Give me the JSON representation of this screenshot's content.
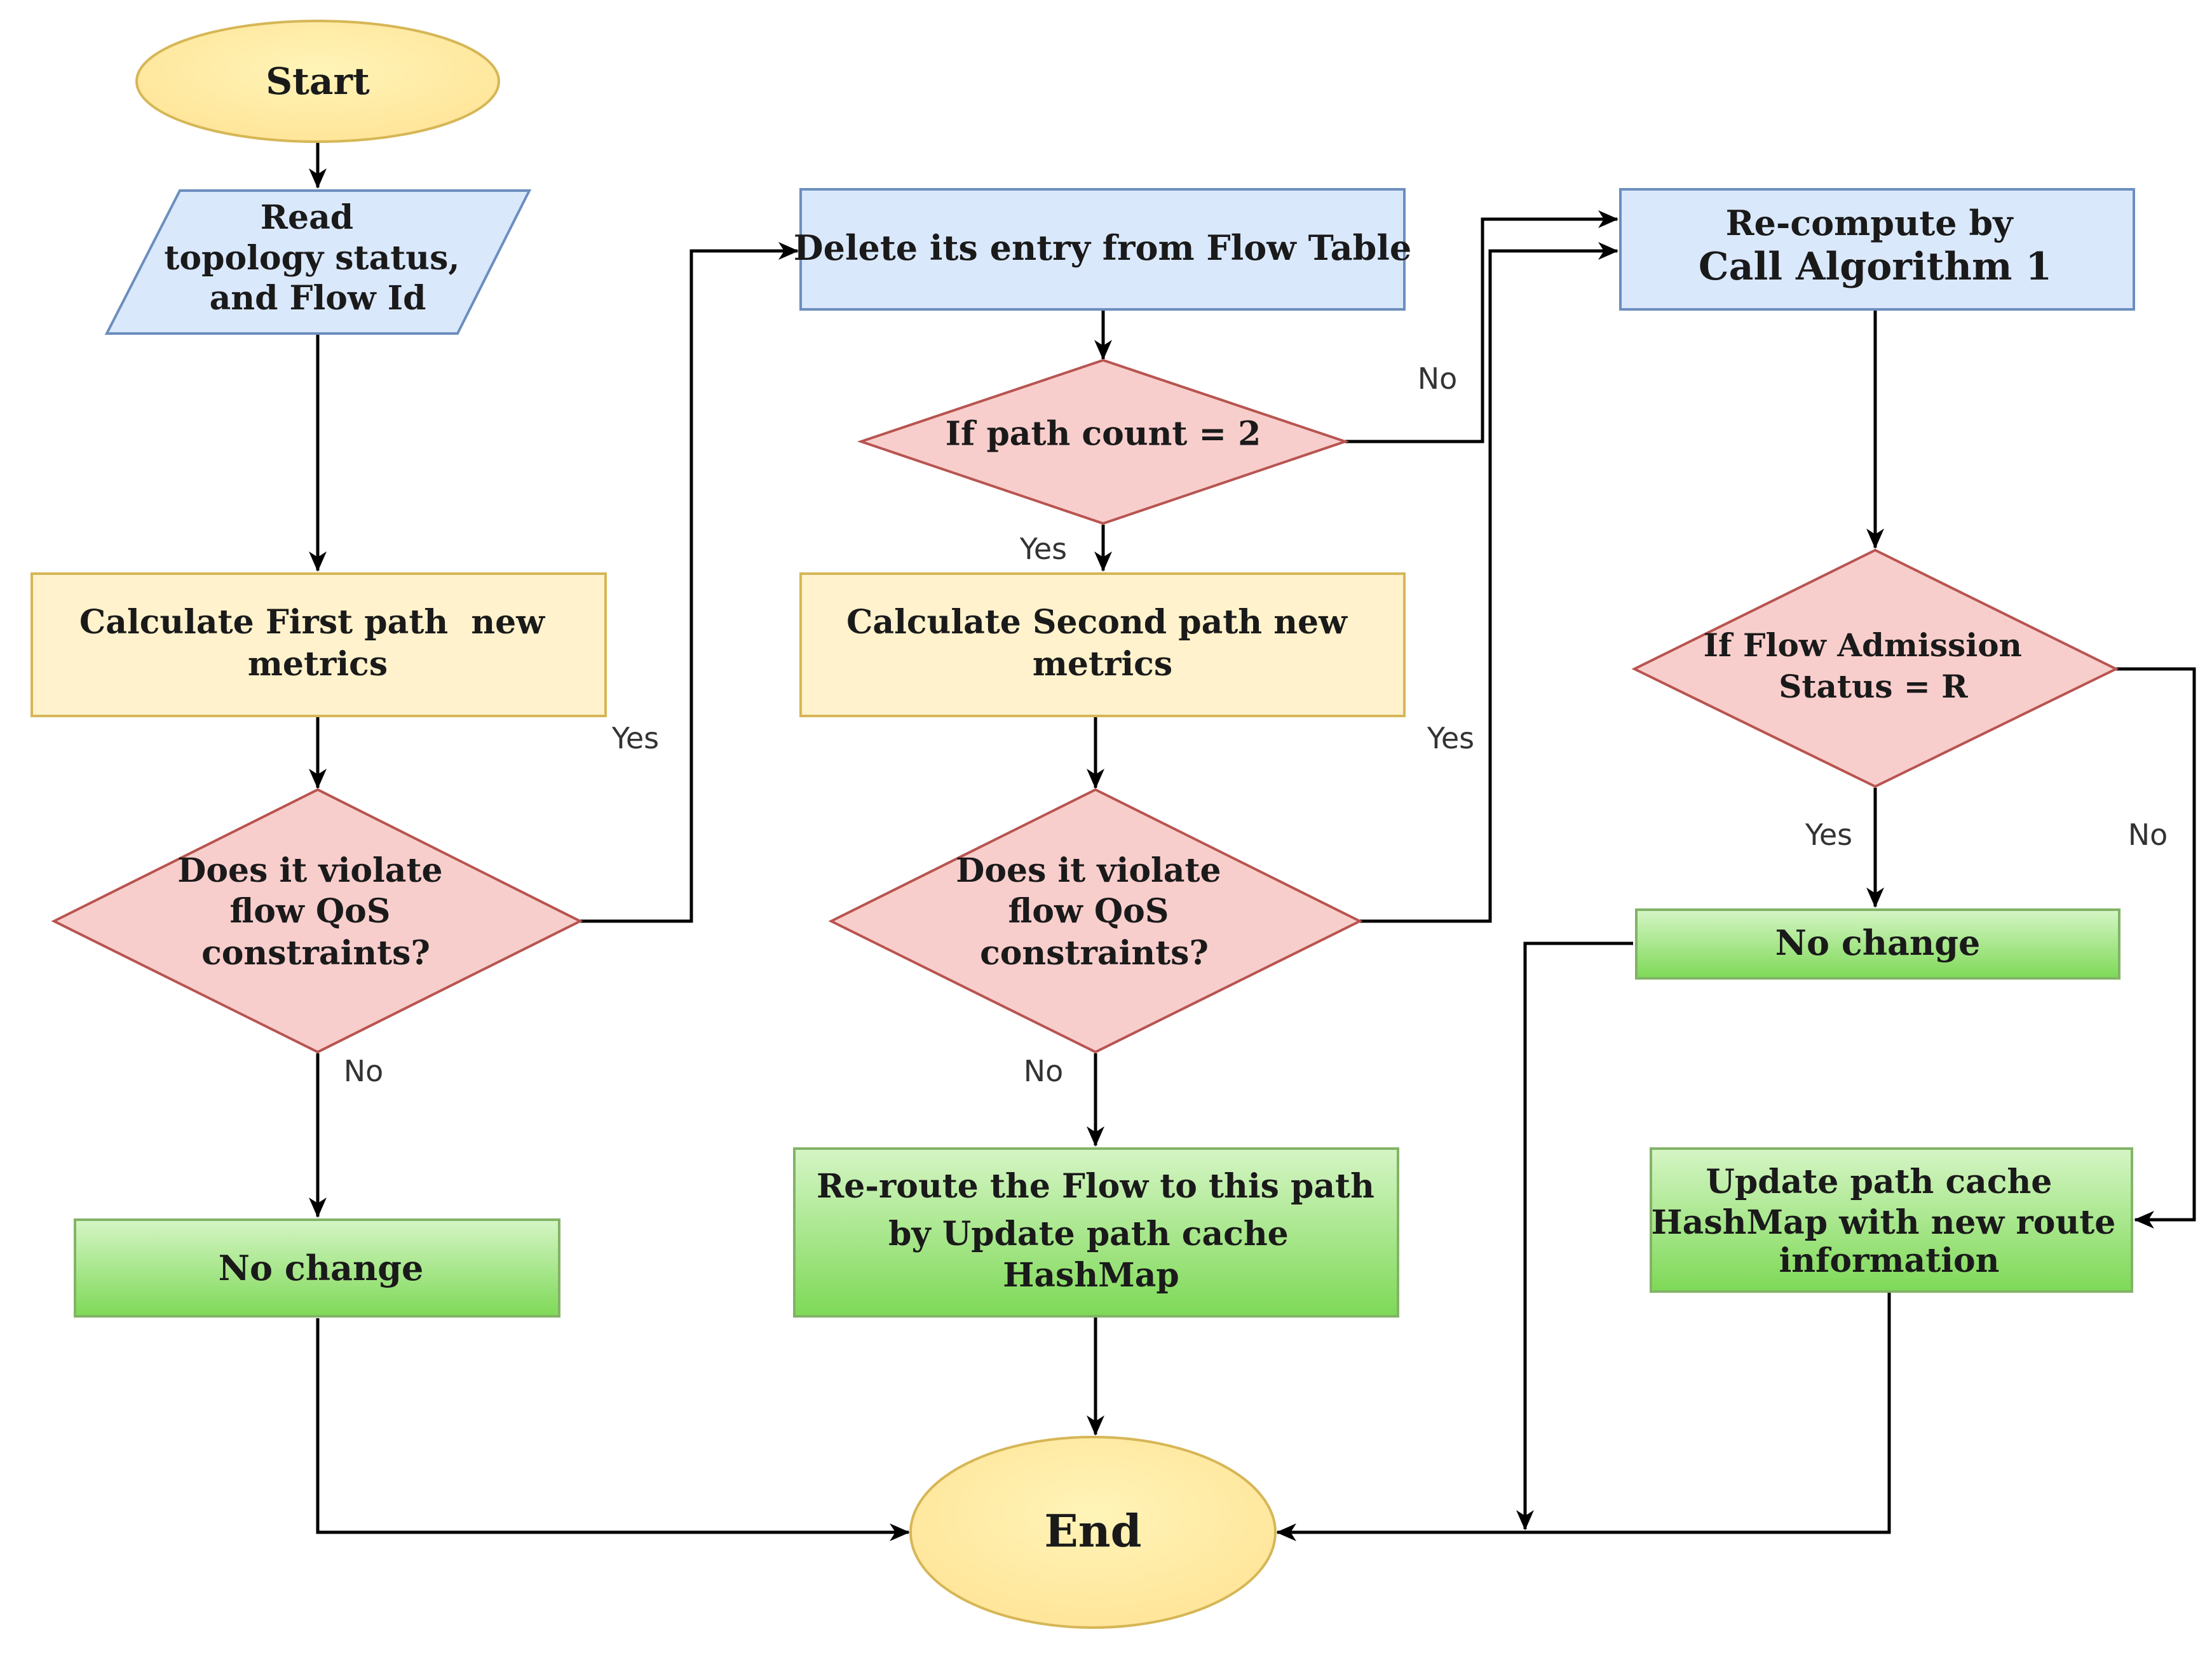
{
  "colors": {
    "terminal_fill": "#ffe599",
    "terminal_stroke": "#d6b656",
    "io_fill": "#dae8fc",
    "io_stroke": "#6c8ebf",
    "process_yellow_fill": "#fff2cc",
    "process_yellow_stroke": "#d6b656",
    "decision_fill": "#f8cecc",
    "decision_stroke": "#b85450",
    "green_top": "#d5f5c5",
    "green_bottom": "#7ed957",
    "green_stroke": "#82b366",
    "line": "#000000"
  },
  "nodes": {
    "start": {
      "label": "Start"
    },
    "read_input": {
      "lines": [
        "Read",
        "topology status,",
        "and Flow Id"
      ]
    },
    "calc_first": {
      "lines": [
        "Calculate First path  new",
        "metrics"
      ]
    },
    "violate_first": {
      "lines": [
        "Does it violate",
        "flow QoS",
        "constraints?"
      ]
    },
    "no_change_left": {
      "label": "No change"
    },
    "delete_entry": {
      "label": "Delete its entry from Flow Table"
    },
    "path_count": {
      "label": "If path count = 2"
    },
    "calc_second": {
      "lines": [
        "Calculate Second path new",
        "metrics"
      ]
    },
    "violate_second": {
      "lines": [
        "Does it violate",
        "flow QoS",
        "constraints?"
      ]
    },
    "reroute": {
      "lines": [
        "Re-route the Flow to this path",
        "by Update path cache",
        "HashMap"
      ]
    },
    "recompute": {
      "lines": [
        "Re-compute by",
        "Call Algorithm 1"
      ]
    },
    "admission": {
      "lines": [
        "If Flow Admission",
        "Status = R"
      ]
    },
    "no_change_right": {
      "label": "No change"
    },
    "update_cache": {
      "lines": [
        "Update path cache",
        "HashMap with new route",
        "information"
      ]
    },
    "end": {
      "label": "End"
    }
  },
  "edge_labels": {
    "yes_first": "Yes",
    "no_first": "No",
    "no_path_count": "No",
    "yes_path_count": "Yes",
    "yes_second": "Yes",
    "no_second": "No",
    "yes_admission": "Yes",
    "no_admission": "No"
  }
}
